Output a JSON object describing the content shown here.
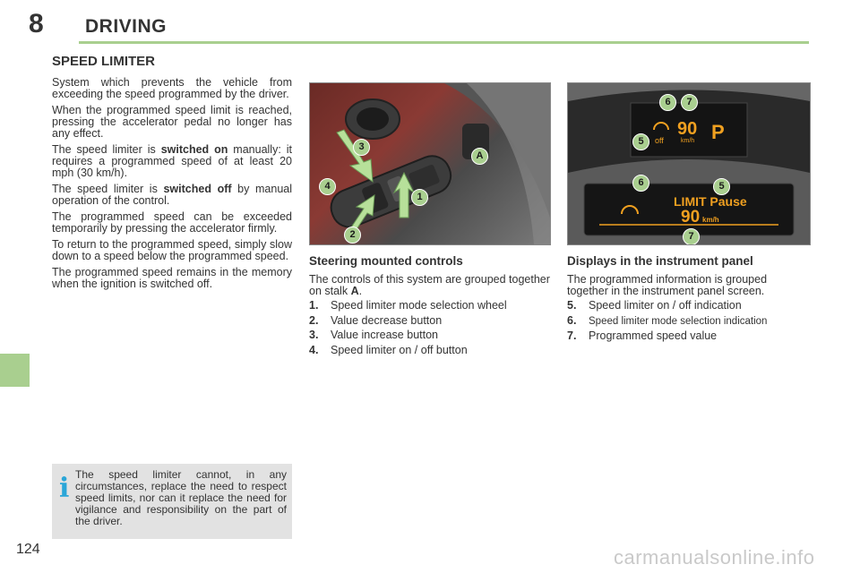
{
  "header": {
    "chapter_number": "8",
    "chapter_title": "DRIVING"
  },
  "section_title": "SPEED LIMITER",
  "intro": {
    "p1": "System which prevents the vehicle from exceeding the speed programmed by the driver.",
    "p2": "When the programmed speed limit is reached, pressing the accelerator pedal no longer has any effect.",
    "p3_pre": "The speed limiter is ",
    "p3_bold": "switched on",
    "p3_post": " manually: it requires a programmed speed of at least 20 mph (30 km/h).",
    "p4_pre": "The speed limiter is ",
    "p4_bold": "switched off",
    "p4_post": " by manual operation of the control.",
    "p5": "The programmed speed can be exceeded temporarily by pressing the accelerator firmly.",
    "p6": "To return to the programmed speed, simply slow down to a speed below the programmed speed.",
    "p7": "The programmed speed remains in the memory when the ignition is switched off."
  },
  "photo1": {
    "callouts": [
      "3",
      "4",
      "1",
      "2",
      "A"
    ]
  },
  "photo2": {
    "callouts": [
      "6",
      "7",
      "5",
      "6",
      "5",
      "7"
    ],
    "top_display": {
      "speed": "90",
      "unit": "km/h",
      "off": "off",
      "gear": "P"
    },
    "bottom_display": {
      "status": "LIMIT Pause",
      "speed": "90",
      "unit": "km/h"
    }
  },
  "steering": {
    "title": "Steering mounted controls",
    "desc_pre": "The controls of this system are grouped together on stalk ",
    "desc_bold": "A",
    "desc_post": ".",
    "items": [
      {
        "num": "1.",
        "text": "Speed limiter mode selection wheel"
      },
      {
        "num": "2.",
        "text": "Value decrease button"
      },
      {
        "num": "3.",
        "text": "Value increase button"
      },
      {
        "num": "4.",
        "text": "Speed limiter on / off button"
      }
    ]
  },
  "displays": {
    "title": "Displays in the instrument panel",
    "desc": "The programmed information is grouped together in the instrument panel screen.",
    "items": [
      {
        "num": "5.",
        "text": "Speed limiter on / off indication"
      },
      {
        "num": "6.",
        "text": "Speed limiter mode selection indication"
      },
      {
        "num": "7.",
        "text": "Programmed speed value"
      }
    ]
  },
  "info": {
    "icon": "i",
    "text": "The speed limiter cannot, in any circumstances, replace the need to respect speed limits, nor can it replace the need for vigilance and responsibility on the part of the driver."
  },
  "footer": {
    "page_number": "124",
    "watermark": "carmanualsonline.info"
  },
  "colors": {
    "accent_green": "#a9cf8f",
    "info_blue": "#2aa6d8",
    "lcd_amber": "#f0a020"
  }
}
